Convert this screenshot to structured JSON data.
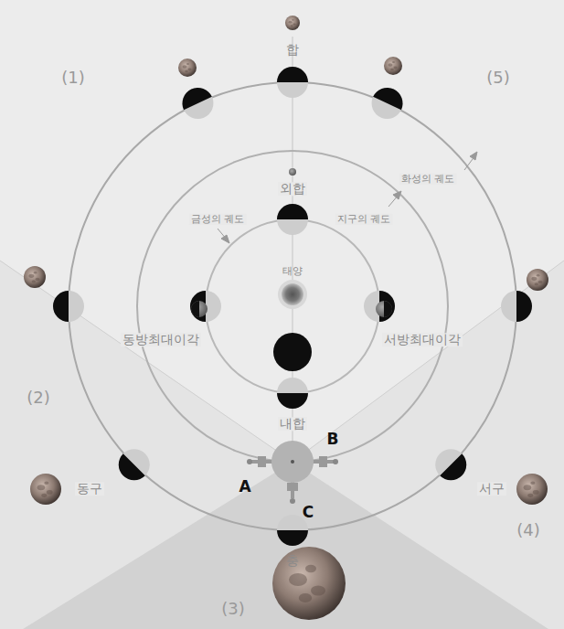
{
  "diagram": {
    "labels": [
      "(1)",
      "합",
      "(5)",
      "외합",
      "화성의 궤도",
      "지구의 궤도",
      "금성의 궤도",
      "태양",
      "동방최대이각",
      "서방최대이각",
      "(2)",
      "내합",
      "B",
      "동구",
      "A",
      "서구",
      "C",
      "(4)",
      "충",
      "(3)"
    ]
  }
}
